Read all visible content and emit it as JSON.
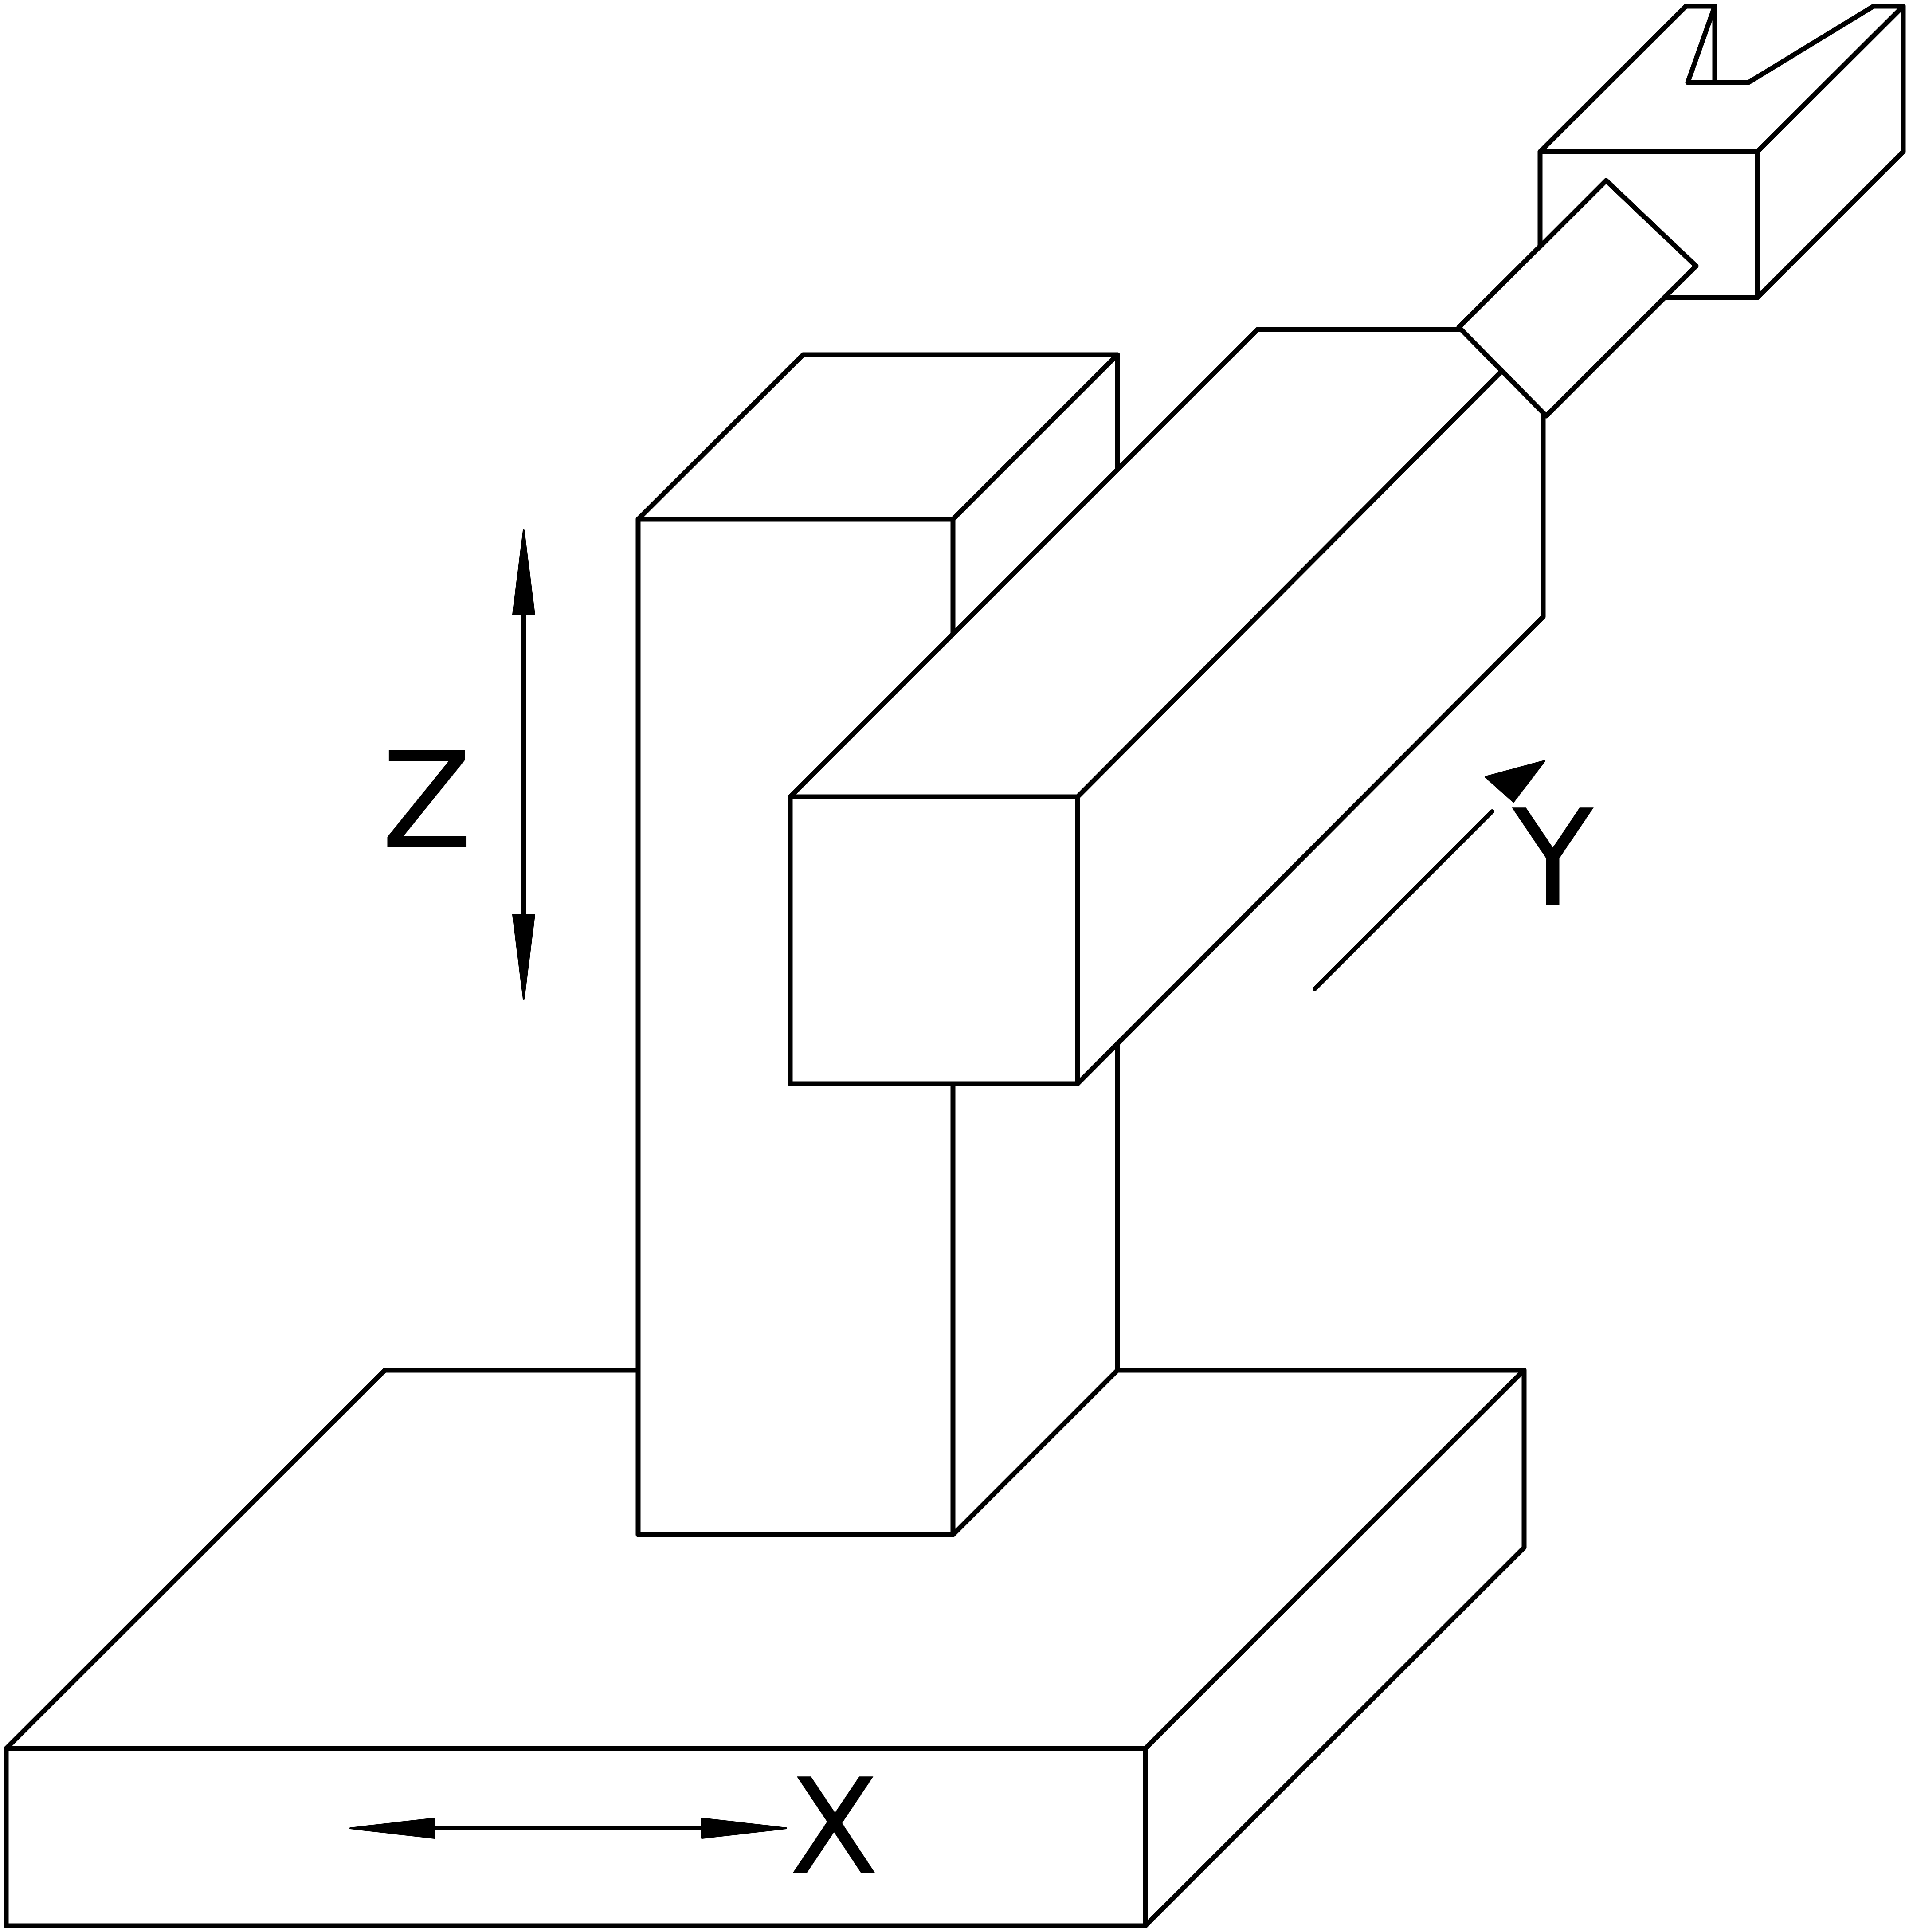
{
  "colors": {
    "stroke": "#000000",
    "background": "#ffffff"
  },
  "labels": {
    "x_axis": "X",
    "y_axis": "Y",
    "z_axis": "Z"
  }
}
